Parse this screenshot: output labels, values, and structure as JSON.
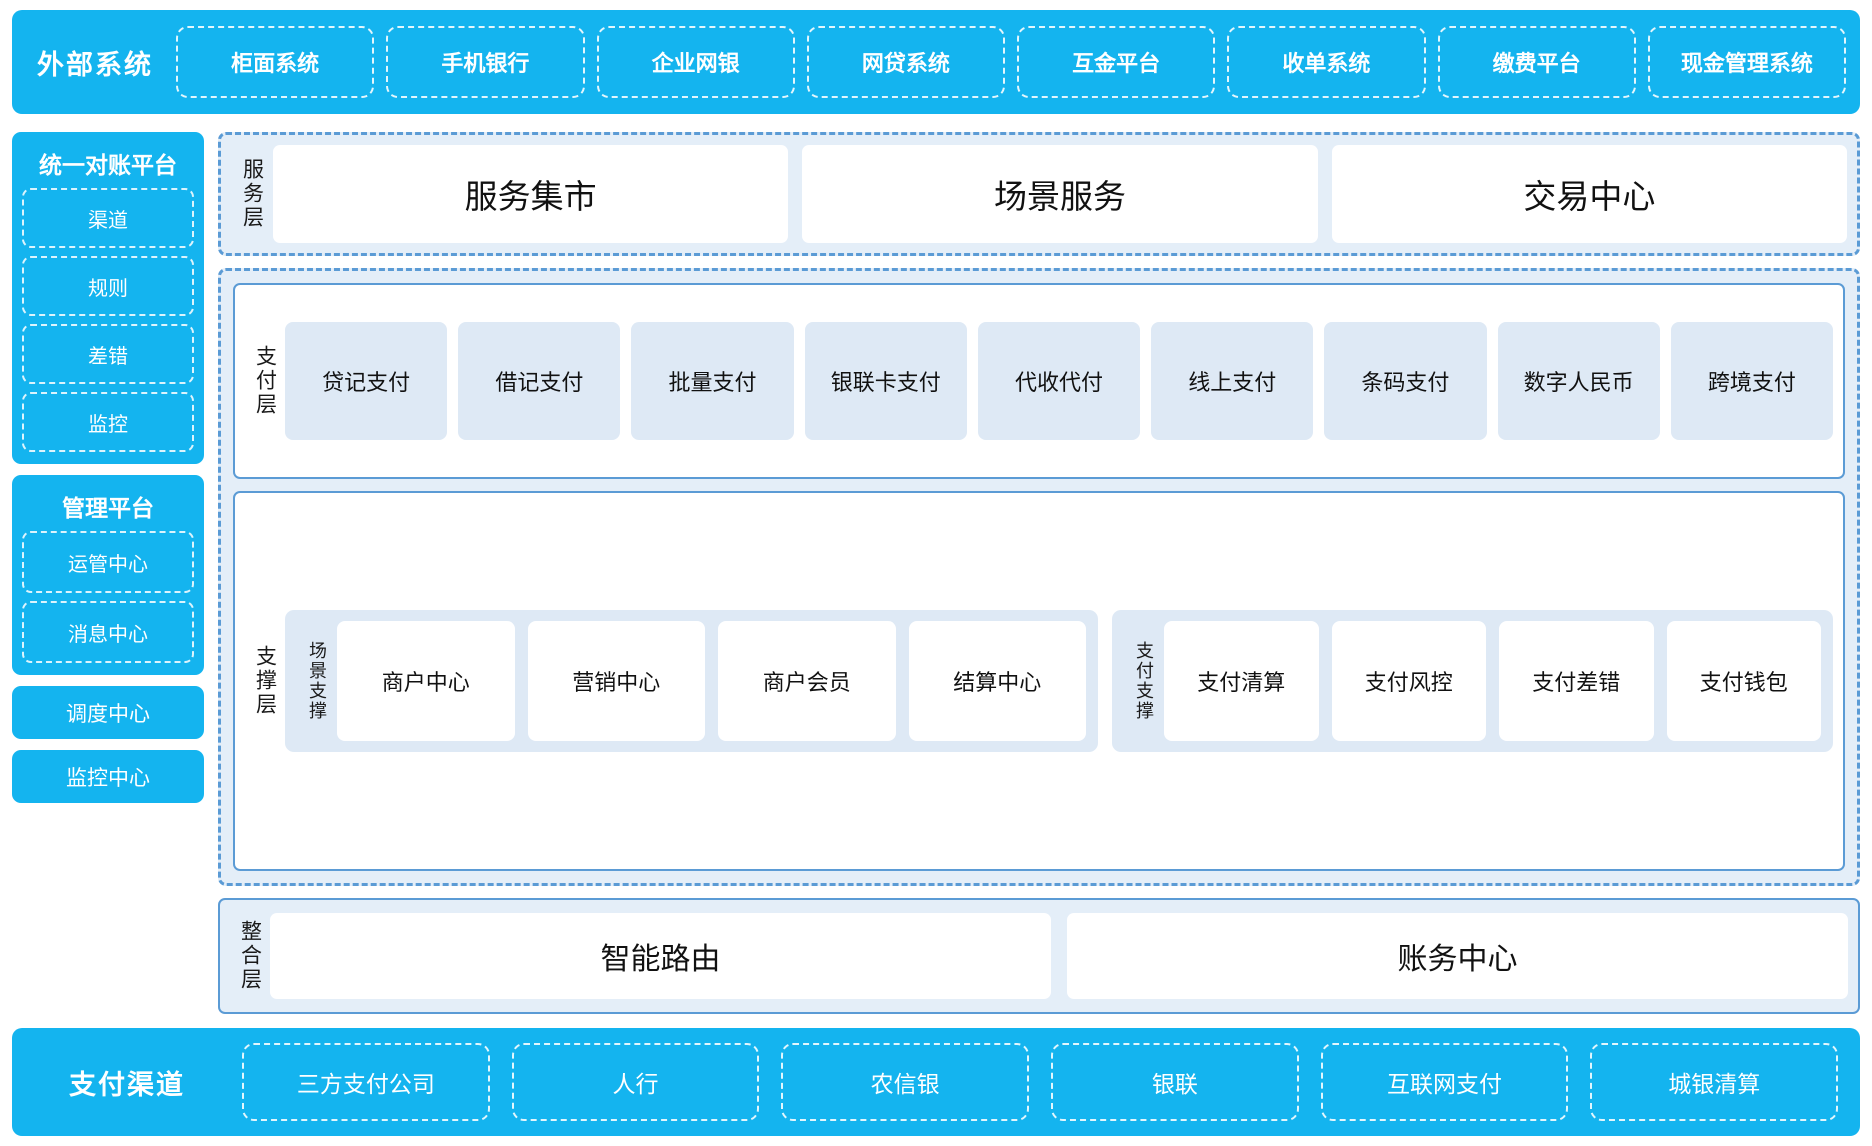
{
  "colors": {
    "brand_blue": "#14B4EF",
    "panel_fill": "#E4EEF8",
    "tile_fill": "#DEE9F5",
    "outline_blue": "#5B9BD5"
  },
  "external_systems": {
    "title": "外部系统",
    "items": [
      "柜面系统",
      "手机银行",
      "企业网银",
      "网贷系统",
      "互金平台",
      "收单系统",
      "缴费平台",
      "现金管理系统"
    ]
  },
  "sidebar": {
    "reconcile_platform": {
      "title": "统一对账平台",
      "items": [
        "渠道",
        "规则",
        "差错",
        "监控"
      ]
    },
    "management_platform": {
      "title": "管理平台",
      "items": [
        "运管中心",
        "消息中心"
      ]
    },
    "standalone": [
      "调度中心",
      "监控中心"
    ]
  },
  "service_layer": {
    "label": "服务层",
    "cards": [
      "服务集市",
      "场景服务",
      "交易中心"
    ]
  },
  "payment_layer": {
    "label": "支付层",
    "tiles": [
      "贷记支付",
      "借记支付",
      "批量支付",
      "银联卡支付",
      "代收代付",
      "线上支付",
      "条码支付",
      "数字人民币",
      "跨境支付"
    ]
  },
  "support_layer": {
    "label": "支撑层",
    "groups": [
      {
        "label": "场景支撑",
        "tiles": [
          "商户中心",
          "营销中心",
          "商户会员",
          "结算中心"
        ]
      },
      {
        "label": "支付支撑",
        "tiles": [
          "支付清算",
          "支付风控",
          "支付差错",
          "支付钱包"
        ]
      }
    ]
  },
  "integration_layer": {
    "label": "整合层",
    "cards": [
      "智能路由",
      "账务中心"
    ]
  },
  "payment_channels": {
    "title": "支付渠道",
    "items": [
      "三方支付公司",
      "人行",
      "农信银",
      "银联",
      "互联网支付",
      "城银清算"
    ]
  }
}
